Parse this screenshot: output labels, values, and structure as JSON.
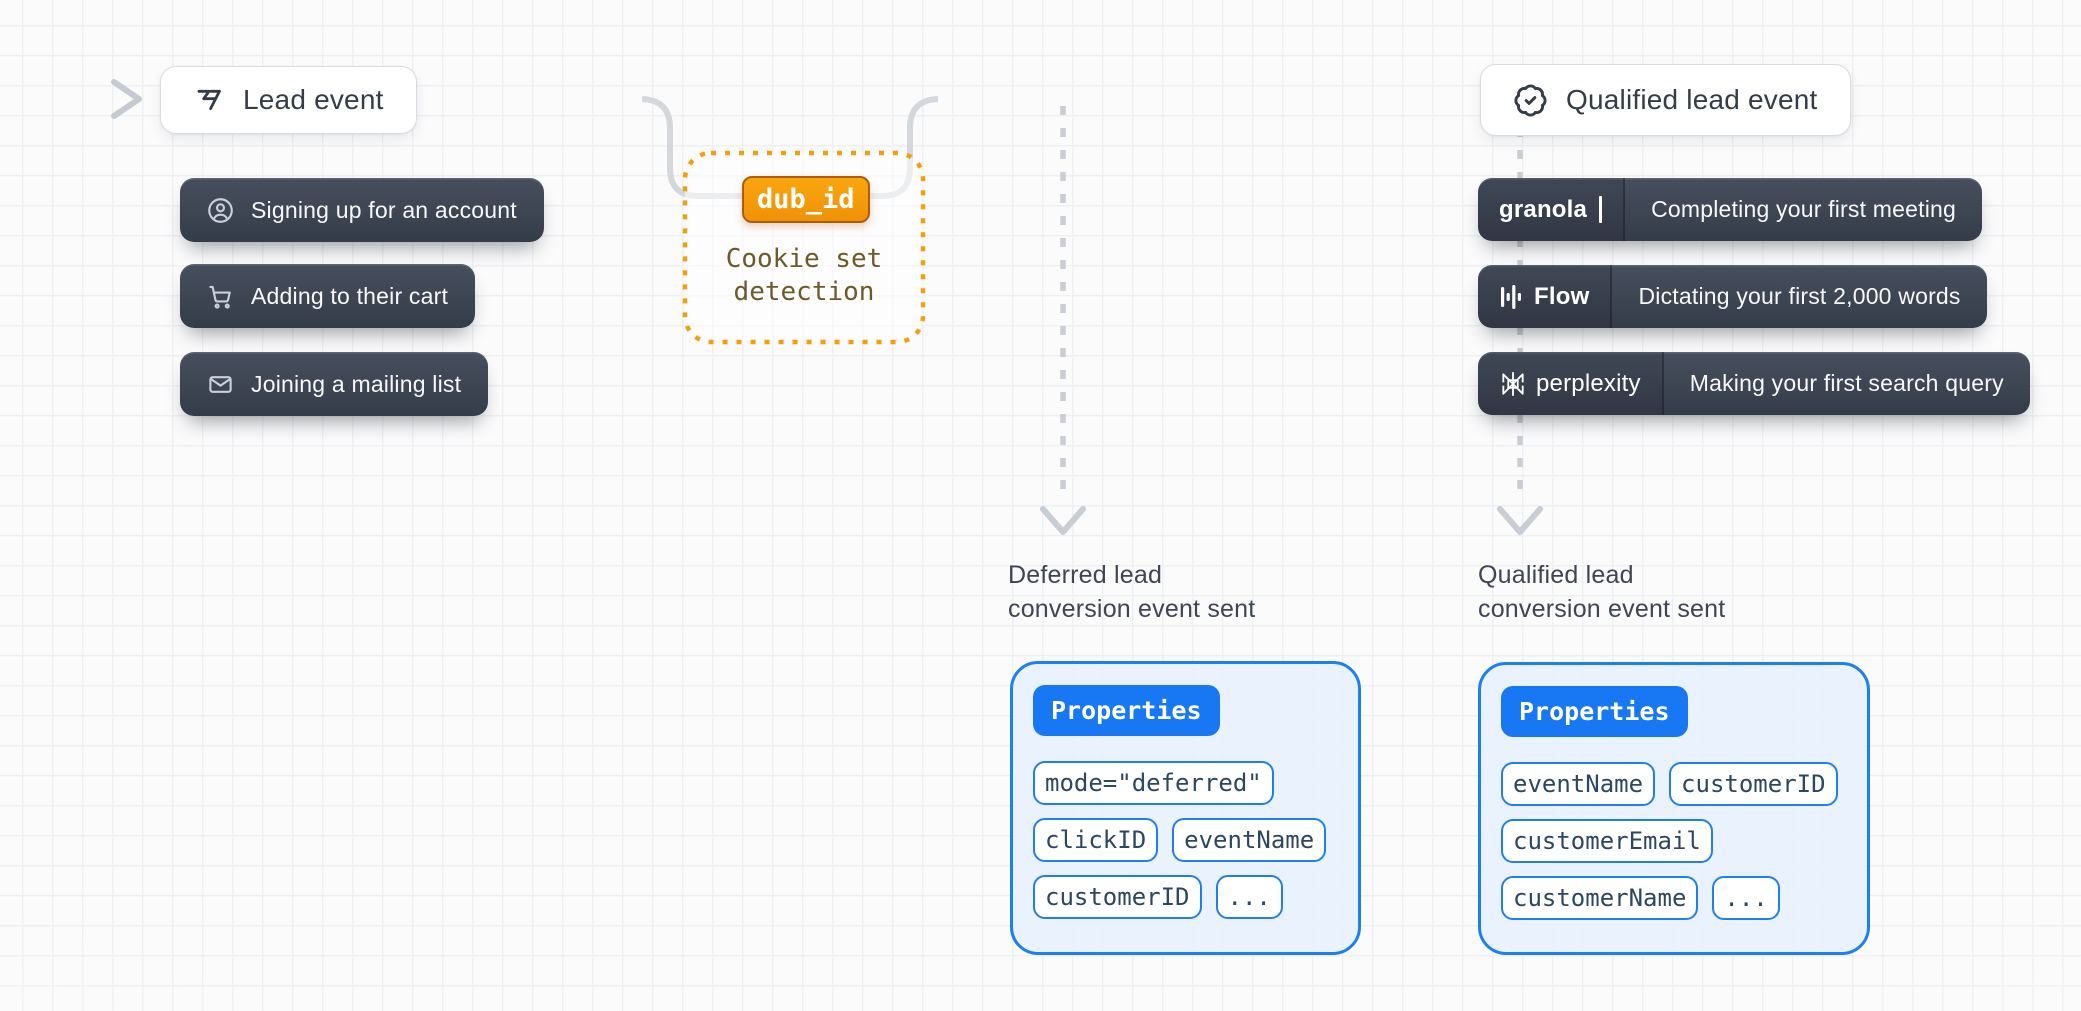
{
  "colors": {
    "accent_orange": "#F59E0B",
    "accent_blue": "#1B7FF2",
    "pill_dark": "#3A4150",
    "connector_gray": "#D4D7DC"
  },
  "flow": {
    "lead_node": {
      "label": "Lead event",
      "icon": "lead-flag-icon"
    },
    "lead_examples": [
      {
        "icon": "user-circle-icon",
        "label": "Signing up for an account"
      },
      {
        "icon": "cart-icon",
        "label": "Adding to their cart"
      },
      {
        "icon": "mail-icon",
        "label": "Joining a mailing list"
      }
    ],
    "cookie_detector": {
      "badge": "dub_id",
      "caption_line1": "Cookie set",
      "caption_line2": "detection"
    },
    "qualified_node": {
      "label": "Qualified lead event",
      "icon": "badge-check-icon"
    },
    "qualified_examples": [
      {
        "brand": "granola",
        "icon": "granola-logo-icon",
        "label": "Completing your first meeting"
      },
      {
        "brand": "Flow",
        "icon": "flow-logo-icon",
        "label": "Dictating your first 2,000 words"
      },
      {
        "brand": "perplexity",
        "icon": "perplexity-logo-icon",
        "label": "Making your first search query"
      }
    ],
    "deferred_branch": {
      "caption_line1": "Deferred lead",
      "caption_line2": "conversion event sent"
    },
    "qualified_branch": {
      "caption_line1": "Qualified lead",
      "caption_line2": "conversion event sent"
    },
    "deferred_properties": {
      "badge": "Properties",
      "rows": [
        [
          "mode=\"deferred\""
        ],
        [
          "clickID",
          "eventName"
        ],
        [
          "customerID",
          "..."
        ]
      ]
    },
    "qualified_properties": {
      "badge": "Properties",
      "rows": [
        [
          "eventName",
          "customerID"
        ],
        [
          "customerEmail"
        ],
        [
          "customerName",
          "..."
        ]
      ]
    }
  }
}
